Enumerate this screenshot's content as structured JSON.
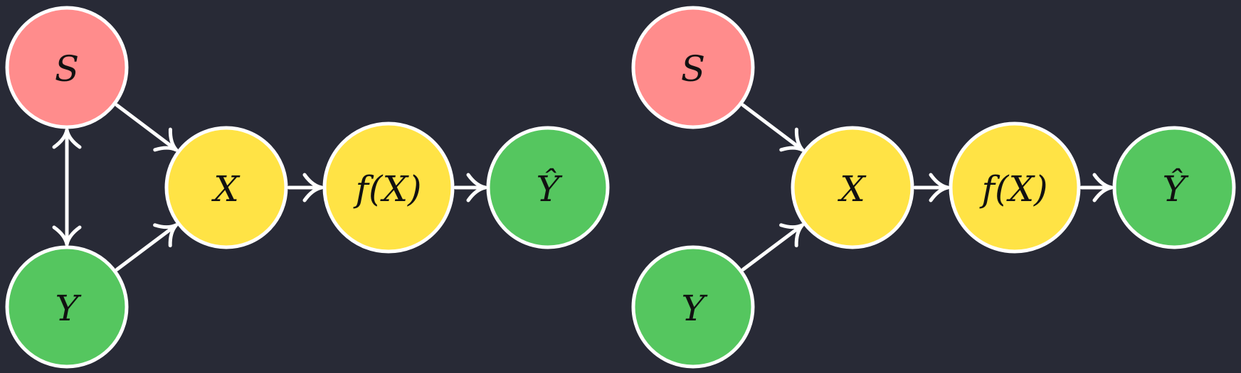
{
  "colors": {
    "background": "#282a36",
    "sensitive": "#ff8c8c",
    "feature": "#ffe345",
    "outcome": "#55c65f",
    "edge": "#ffffff"
  },
  "diagrams": [
    {
      "nodes": [
        {
          "id": "S",
          "label": "S",
          "kind": "sensitive"
        },
        {
          "id": "Y",
          "label": "Y",
          "kind": "outcome"
        },
        {
          "id": "X",
          "label": "X",
          "kind": "feature"
        },
        {
          "id": "FX",
          "label": "f(X)",
          "kind": "feature"
        },
        {
          "id": "YHAT",
          "label": "Ŷ",
          "kind": "outcome"
        }
      ],
      "edges": [
        {
          "from": "S",
          "to": "X",
          "bidirectional": false
        },
        {
          "from": "Y",
          "to": "X",
          "bidirectional": false
        },
        {
          "from": "S",
          "to": "Y",
          "bidirectional": true
        },
        {
          "from": "X",
          "to": "FX",
          "bidirectional": false
        },
        {
          "from": "FX",
          "to": "YHAT",
          "bidirectional": false
        }
      ]
    },
    {
      "nodes": [
        {
          "id": "S",
          "label": "S",
          "kind": "sensitive"
        },
        {
          "id": "Y",
          "label": "Y",
          "kind": "outcome"
        },
        {
          "id": "X",
          "label": "X",
          "kind": "feature"
        },
        {
          "id": "FX",
          "label": "f(X)",
          "kind": "feature"
        },
        {
          "id": "YHAT",
          "label": "Ŷ",
          "kind": "outcome"
        }
      ],
      "edges": [
        {
          "from": "S",
          "to": "X",
          "bidirectional": false
        },
        {
          "from": "Y",
          "to": "X",
          "bidirectional": false
        },
        {
          "from": "X",
          "to": "FX",
          "bidirectional": false
        },
        {
          "from": "FX",
          "to": "YHAT",
          "bidirectional": false
        }
      ]
    }
  ]
}
